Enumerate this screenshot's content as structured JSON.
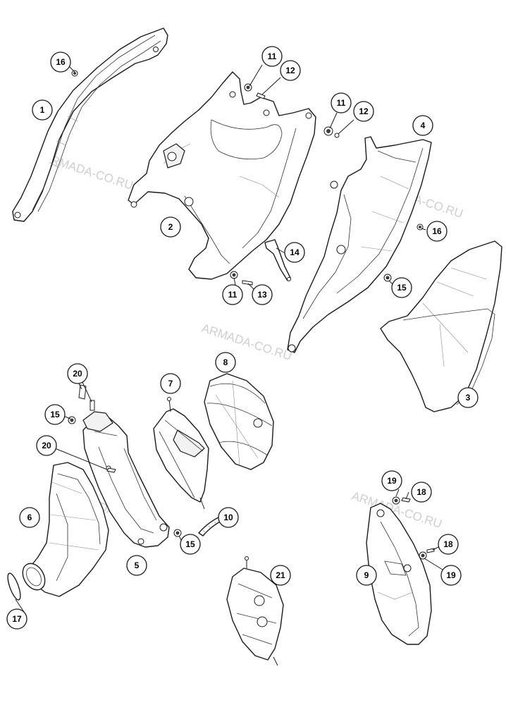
{
  "watermark": "ARMADA-CO.RU",
  "callouts": [
    {
      "id": "c1",
      "label": "1"
    },
    {
      "id": "c2",
      "label": "2"
    },
    {
      "id": "c3",
      "label": "3"
    },
    {
      "id": "c4",
      "label": "4"
    },
    {
      "id": "c5",
      "label": "5"
    },
    {
      "id": "c6",
      "label": "6"
    },
    {
      "id": "c7",
      "label": "7"
    },
    {
      "id": "c8",
      "label": "8"
    },
    {
      "id": "c9",
      "label": "9"
    },
    {
      "id": "c10",
      "label": "10"
    },
    {
      "id": "c11a",
      "label": "11"
    },
    {
      "id": "c11b",
      "label": "11"
    },
    {
      "id": "c11c",
      "label": "11"
    },
    {
      "id": "c12a",
      "label": "12"
    },
    {
      "id": "c12b",
      "label": "12"
    },
    {
      "id": "c13",
      "label": "13"
    },
    {
      "id": "c14",
      "label": "14"
    },
    {
      "id": "c15a",
      "label": "15"
    },
    {
      "id": "c15b",
      "label": "15"
    },
    {
      "id": "c15c",
      "label": "15"
    },
    {
      "id": "c16a",
      "label": "16"
    },
    {
      "id": "c16b",
      "label": "16"
    },
    {
      "id": "c17",
      "label": "17"
    },
    {
      "id": "c18a",
      "label": "18"
    },
    {
      "id": "c18b",
      "label": "18"
    },
    {
      "id": "c19a",
      "label": "19"
    },
    {
      "id": "c19b",
      "label": "19"
    },
    {
      "id": "c20a",
      "label": "20"
    },
    {
      "id": "c20b",
      "label": "20"
    },
    {
      "id": "c21",
      "label": "21"
    }
  ]
}
